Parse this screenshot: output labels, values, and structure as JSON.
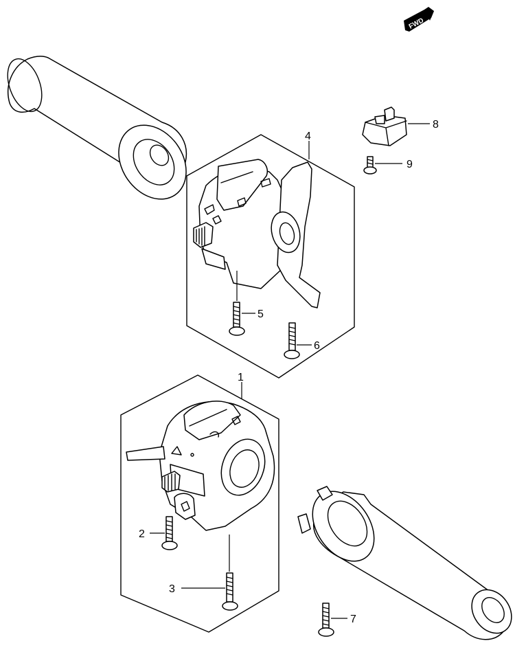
{
  "badge": {
    "label": "FWD"
  },
  "callouts": {
    "c1": "1",
    "c2": "2",
    "c3": "3",
    "c4": "4",
    "c5": "5",
    "c6": "6",
    "c7": "7",
    "c8": "8",
    "c9": "9"
  },
  "colors": {
    "line": "#000000",
    "background": "#ffffff",
    "badge": "#000000"
  }
}
